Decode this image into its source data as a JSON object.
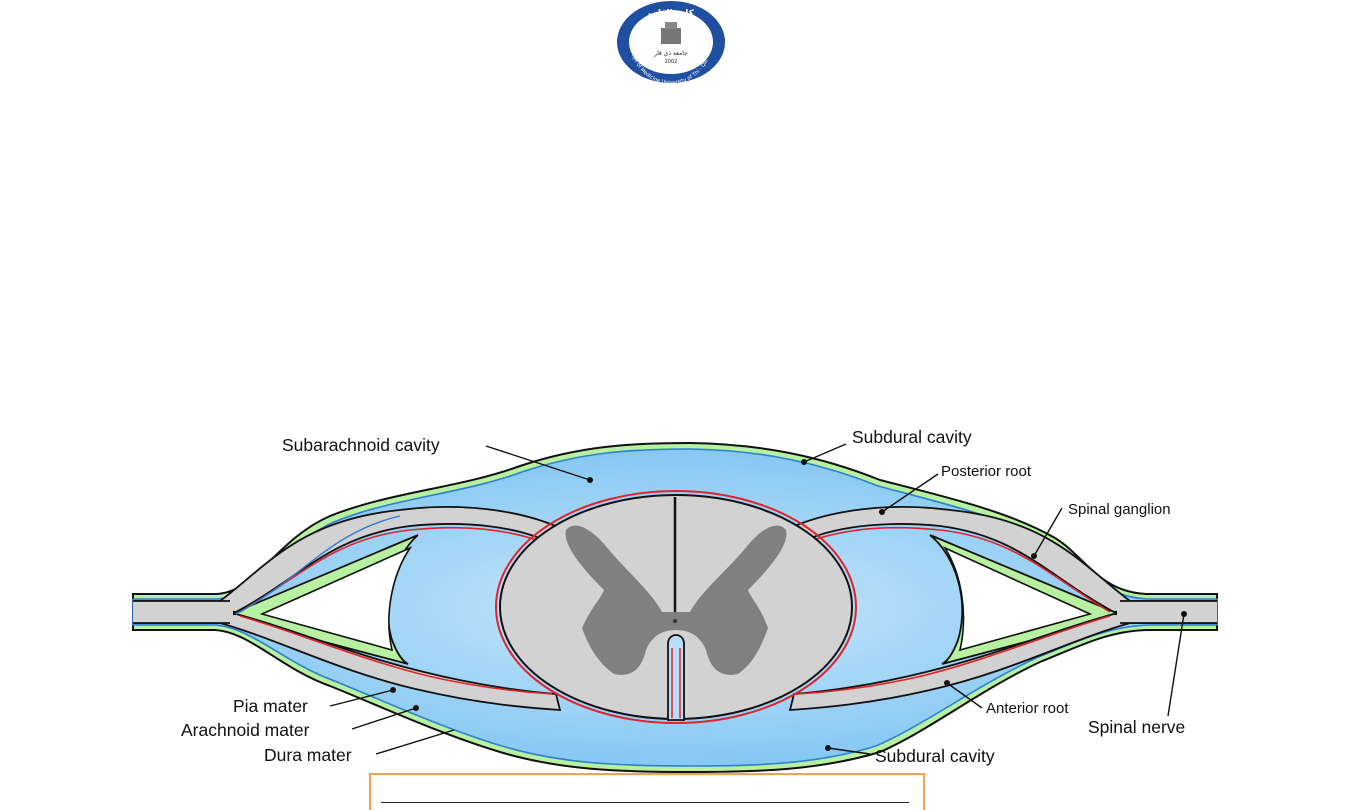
{
  "logo": {
    "arabic_top": "كلية الطب",
    "arabic_mid": "جامعة ذي قار",
    "year": "2002",
    "ring_text": "College of Medicine University of Thi - Qar"
  },
  "labels": {
    "subarachnoid_cavity": "Subarachnoid cavity",
    "subdural_cavity_top": "Subdural cavity",
    "posterior_root": "Posterior root",
    "spinal_ganglion": "Spinal ganglion",
    "pia_mater": "Pia mater",
    "arachnoid_mater": "Arachnoid mater",
    "dura_mater": "Dura mater",
    "subdural_cavity_bottom": "Subdural cavity",
    "anterior_root": "Anterior root",
    "spinal_nerve": "Spinal nerve"
  },
  "colors": {
    "dura": "#b6f0a0",
    "csf": "#8fcdf6",
    "cord": "#d2d2d2",
    "grey_matter": "#808080",
    "pia": "#e0242c",
    "arachnoid": "#2d7fd0",
    "caption_border": "#f0a25a"
  }
}
